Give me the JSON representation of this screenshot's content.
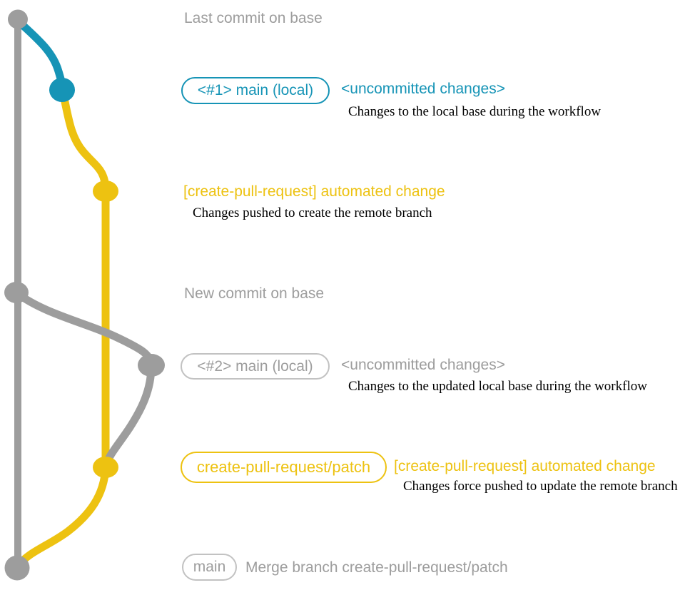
{
  "colors": {
    "gray": "#9d9d9d",
    "blue": "#1694b6",
    "yellow": "#edc211",
    "description_text": "#000000",
    "badge_gray_border": "#c2c2c2"
  },
  "rows": {
    "last_commit": {
      "label": "Last commit on base"
    },
    "commit1": {
      "badge": "<#1> main (local)",
      "title": "<uncommitted changes>",
      "description": "Changes to the local base during the workflow"
    },
    "commit2": {
      "title": "[create-pull-request] automated change",
      "description": "Changes pushed to create the remote branch"
    },
    "new_commit": {
      "label": "New commit on base"
    },
    "commit3": {
      "badge": "<#2> main (local)",
      "title": "<uncommitted changes>",
      "description": "Changes to the updated local base during the workflow"
    },
    "commit4": {
      "badge": "create-pull-request/patch",
      "title": "[create-pull-request] automated change",
      "description": "Changes force pushed to update the remote branch"
    },
    "merge": {
      "badge": "main",
      "label": "Merge branch create-pull-request/patch"
    }
  },
  "graph": {
    "branches": [
      "base (gray)",
      "main local (blue)",
      "create-pull-request/patch (yellow)"
    ],
    "commit_count": 7
  }
}
